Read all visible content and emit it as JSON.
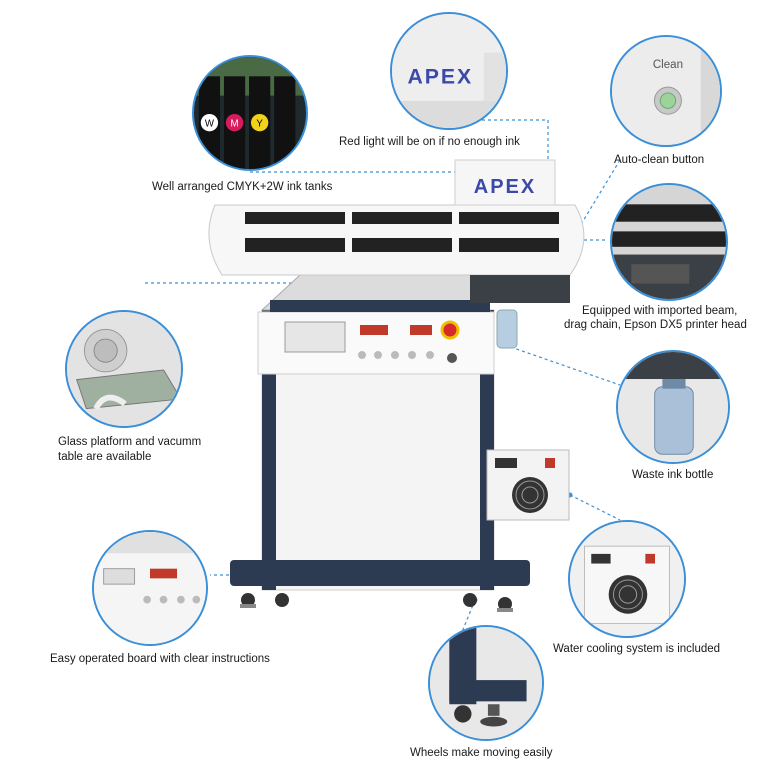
{
  "brand": "APEX",
  "captions": {
    "ink_tanks": "Well arranged CMYK+2W ink tanks",
    "red_light": "Red light will be on if no enough ink",
    "auto_clean": "Auto-clean button",
    "beam_line1": "Equipped with imported beam,",
    "beam_line2": "drag chain, Epson DX5 printer head",
    "glass_line1": "Glass platform and vacumm",
    "glass_line2": "table are available",
    "waste": "Waste ink bottle",
    "board": "Easy operated board with clear instructions",
    "cooling": "Water cooling system is included",
    "wheels": "Wheels make moving easily"
  },
  "button_label": "Clean",
  "tank_labels": [
    "W",
    "M",
    "Y"
  ],
  "colors": {
    "leader": "#3a8fd8",
    "printer_body": "#f2f2f2",
    "printer_dark": "#2c3a52",
    "stripe": "#222222",
    "brand": "#3b4aa8",
    "tank_m": "#d81b5c",
    "tank_y": "#f0d21a"
  }
}
